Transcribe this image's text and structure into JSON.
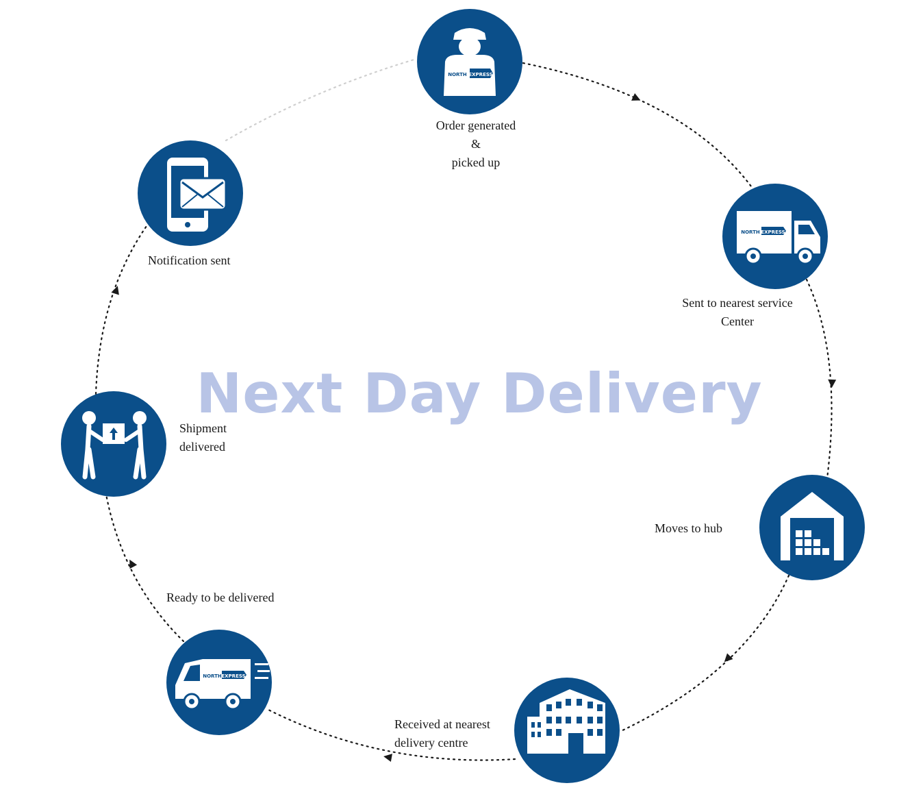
{
  "title": "Next Day Delivery",
  "colors": {
    "circle": "#0b4f8a",
    "icon": "#ffffff",
    "dots": "#1a1a1a",
    "title": "#b8c4e6"
  },
  "brand": {
    "left": "NORTH",
    "right": "EXPRESS"
  },
  "steps": [
    {
      "icon": "courier-icon",
      "lines": [
        "Order generated",
        "&",
        "picked up"
      ]
    },
    {
      "icon": "truck-icon",
      "lines": [
        "Sent to nearest service",
        "Center"
      ]
    },
    {
      "icon": "warehouse-icon",
      "lines": [
        "Moves to hub"
      ]
    },
    {
      "icon": "building-icon",
      "lines": [
        "Received at nearest",
        "delivery centre"
      ]
    },
    {
      "icon": "delivery-van-icon",
      "lines": [
        "Ready to be delivered"
      ]
    },
    {
      "icon": "handover-icon",
      "lines": [
        "Shipment",
        "delivered"
      ]
    },
    {
      "icon": "phone-mail-icon",
      "lines": [
        "Notification sent"
      ]
    }
  ]
}
